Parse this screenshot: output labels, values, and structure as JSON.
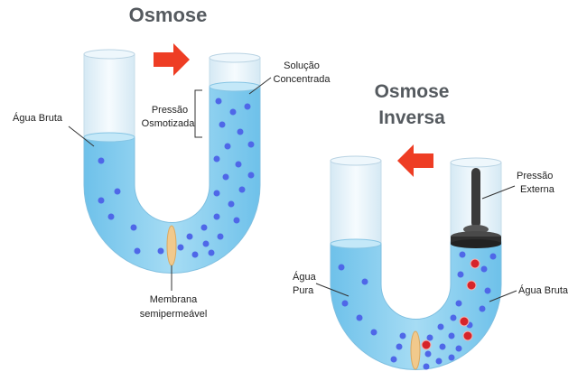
{
  "colors": {
    "water": "#8fd0ef",
    "water_dark": "#5fb6e2",
    "glass": "#e4f2fa",
    "glass_edge": "#b8d6e6",
    "arrow": "#ee3d24",
    "dot_blue": "#4f67e8",
    "dot_red": "#d6242a",
    "membrane": "#f1c98c",
    "piston": "#3a3a3a",
    "text": "#222222",
    "title": "#555a5f"
  },
  "osmose": {
    "title": "Osmose",
    "label_left": "Água Bruta",
    "label_right_line1": "Solução",
    "label_right_line2": "Concentrada",
    "pressure_line1": "Pressão",
    "pressure_line2": "Osmotizada",
    "membrane_line1": "Membrana",
    "membrane_line2": "semipermeável",
    "flow_direction": "right-arrow-icon"
  },
  "inversa": {
    "title_line1": "Osmose",
    "title_line2": "Inversa",
    "label_left_line1": "Água",
    "label_left_line2": "Pura",
    "label_right": "Água Bruta",
    "pressure_line1": "Pressão",
    "pressure_line2": "Externa",
    "flow_direction": "left-arrow-icon"
  }
}
